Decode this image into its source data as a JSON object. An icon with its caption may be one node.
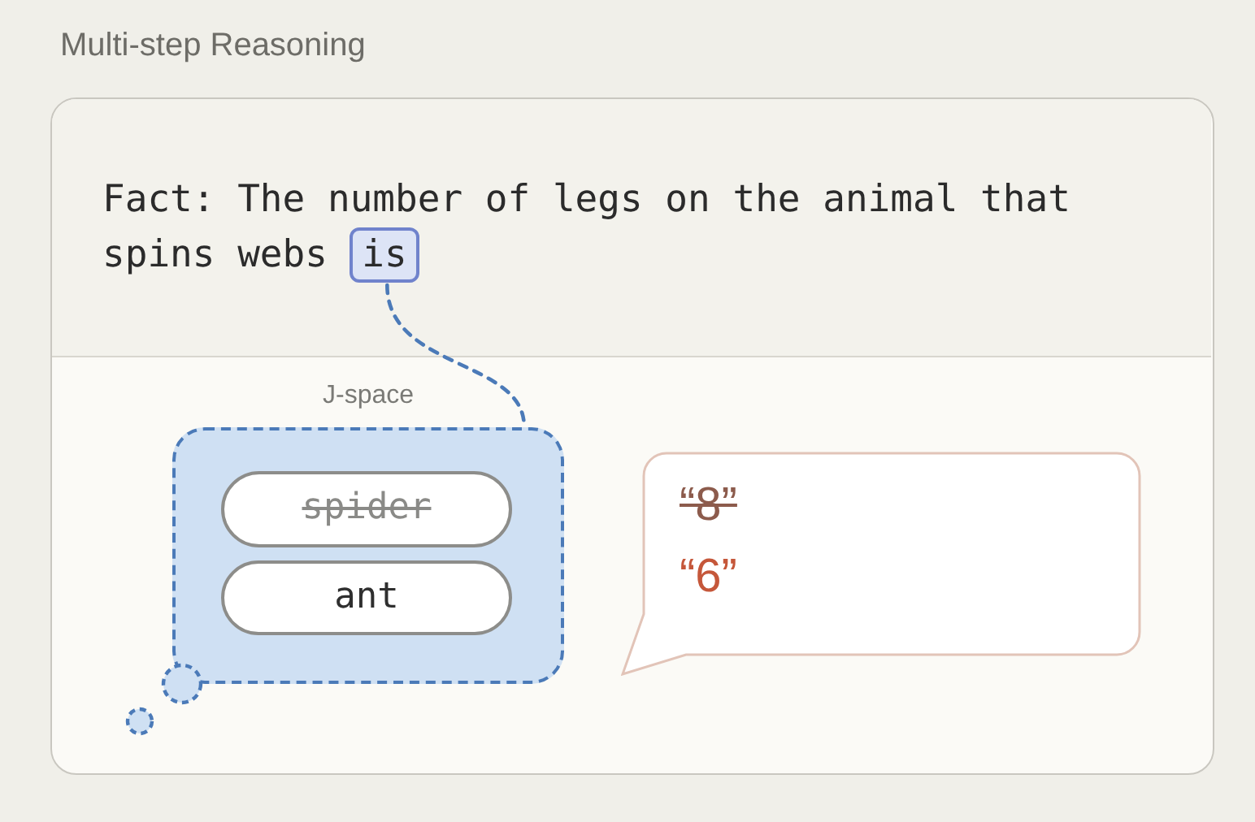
{
  "diagram": {
    "title": "Multi-step Reasoning",
    "nodes": [
      {
        "text": [
          "Fact: The number of legs on the animal that spins webs"
        ]
      },
      {
        "text": [
          "is"
        ],
        "in": 0
      },
      {
        "text": [
          "J-space"
        ]
      },
      {
        "text": [
          "spider"
        ],
        "in": 2
      },
      {
        "text": [
          "ant"
        ],
        "in": 2
      },
      {
        "text": [
          "“8”",
          "“6”"
        ]
      }
    ],
    "edges": [
      {
        "from": 1,
        "to": 2,
        "arrow": "none",
        "style": "dashed"
      }
    ]
  }
}
